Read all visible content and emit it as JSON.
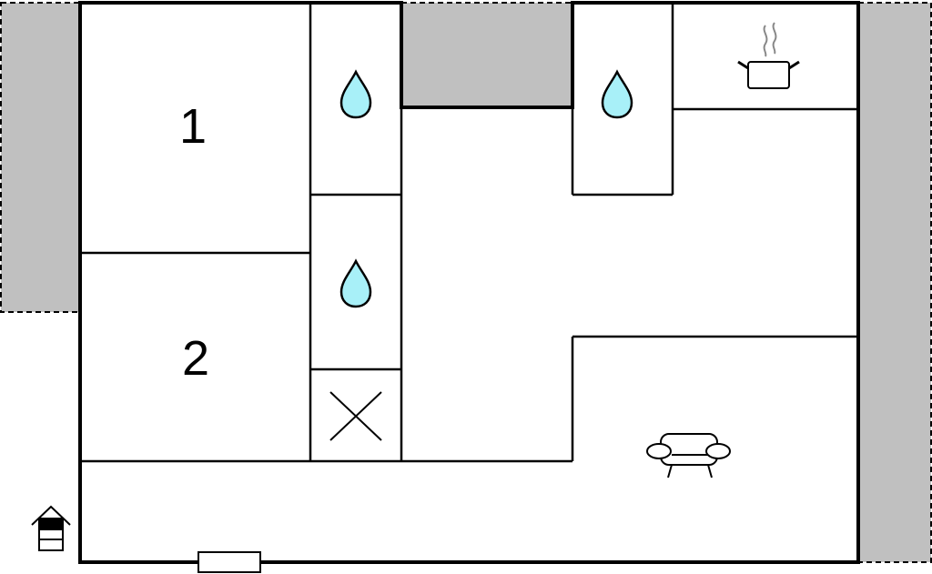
{
  "floorplan": {
    "rooms": [
      {
        "id": "bedroom-1",
        "label": "1"
      },
      {
        "id": "bedroom-2",
        "label": "2"
      }
    ],
    "icons": {
      "bath_drops": [
        "water-drop-icon",
        "water-drop-icon",
        "water-drop-icon"
      ],
      "closet": "cross-icon",
      "kitchen": "cooking-pot-icon",
      "living": "armchair-icon",
      "entrance": "house-entrance-icon",
      "door": "door-rectangle"
    },
    "colors": {
      "wall": "#000000",
      "exterior_area": "#c0c0c0",
      "water_drop": "#a8f0f8",
      "background": "#ffffff"
    }
  }
}
